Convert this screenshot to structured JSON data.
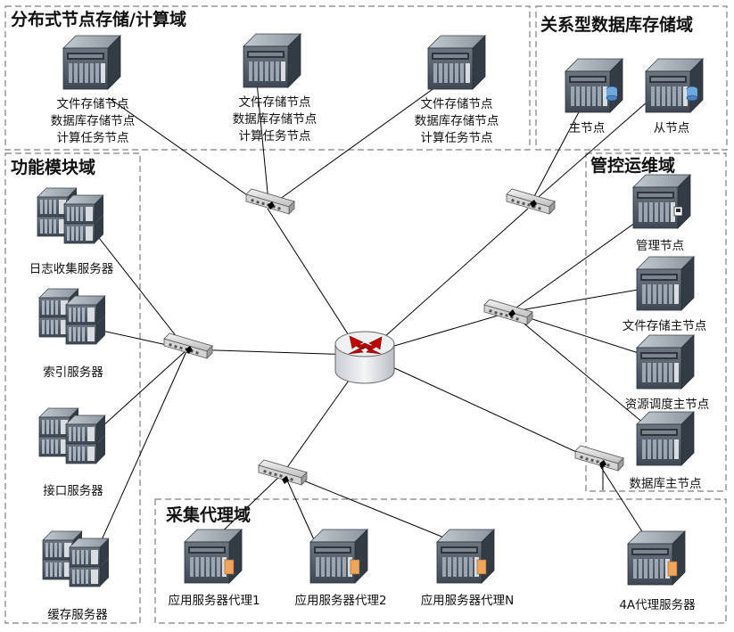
{
  "regions": {
    "distributed": "分布式节点存储/计算域",
    "relational": "关系型数据库存储域",
    "function": "功能模块域",
    "ops": "管控运维域",
    "collect": "采集代理域"
  },
  "nodes": {
    "dist1": [
      "文件存储节点",
      "数据库存储节点",
      "计算任务节点"
    ],
    "dist2": [
      "文件存储节点",
      "数据库存储节点",
      "计算任务节点"
    ],
    "dist3": [
      "文件存储节点",
      "数据库存储节点",
      "计算任务节点"
    ],
    "master": "主节点",
    "slave": "从节点",
    "log": "日志收集服务器",
    "index": "索引服务器",
    "iface": "接口服务器",
    "cache": "缓存服务器",
    "mgmt": "管理节点",
    "filemaster": "文件存储主节点",
    "sched": "资源调度主节点",
    "dbmaster": "数据库主节点",
    "proxy1": "应用服务器代理1",
    "proxy2": "应用服务器代理2",
    "proxyN": "应用服务器代理N",
    "proxy4a": "4A代理服务器"
  },
  "colors": {
    "border": "#7f7f7f",
    "line": "#000000",
    "server_front": "#56606b",
    "server_top": "#a9b2bb",
    "server_side": "#3a424b",
    "disk": "#6fa8dc",
    "card": "#f0a55c",
    "router_body": "#dfe2e6",
    "router_arrow": "#c00000"
  }
}
